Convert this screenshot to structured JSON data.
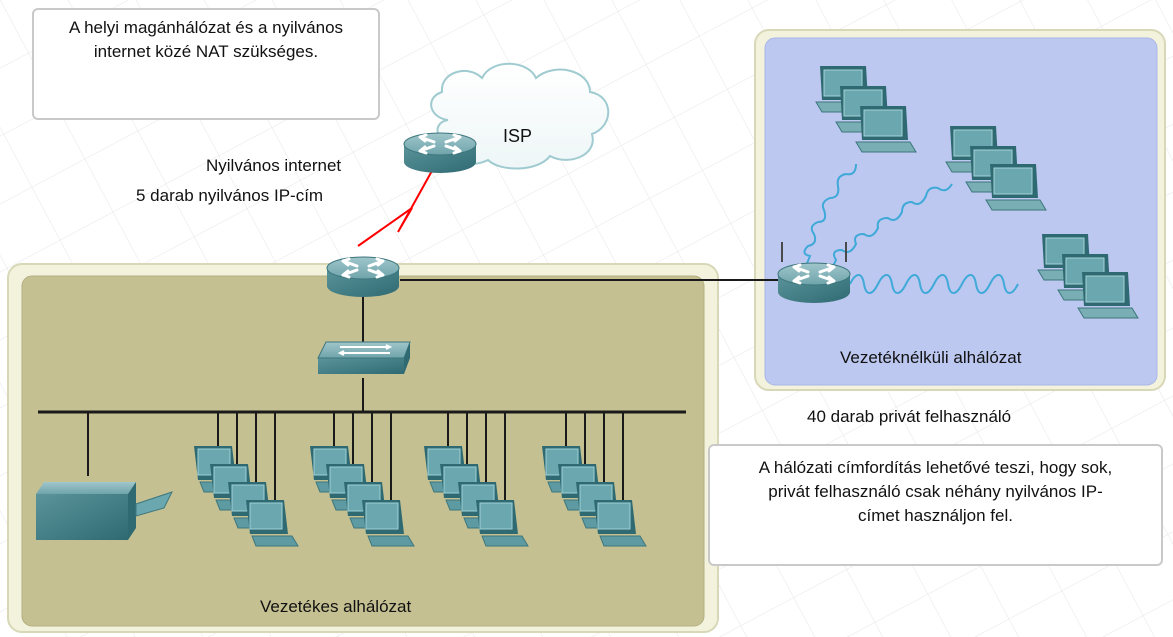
{
  "notes": {
    "top": {
      "line1": "A helyi magánhálózat és a nyilvános",
      "line2": "internet közé NAT szükséges."
    },
    "right": {
      "line1": "A hálózati címfordítás lehetővé teszi, hogy sok,",
      "line2": "privát  felhasználó csak néhány nyilvános IP-",
      "line3": "címet használjon fel."
    }
  },
  "labels": {
    "public_internet": "Nyilvános internet",
    "public_ips": "5 darab nyilvános IP-cím",
    "isp": "ISP",
    "wireless_subnet": "Vezetéknélküli alhálózat",
    "private_users": "40 darab privát felhasználó",
    "wired_subnet": "Vezetékes alhálózat"
  },
  "colors": {
    "wired_zone": "#c4c092",
    "wireless_zone": "#bcc8f0",
    "device_teal": "#4f8e96",
    "wan_link": "#ff0000",
    "wireless_wave": "#3fa9d8"
  }
}
